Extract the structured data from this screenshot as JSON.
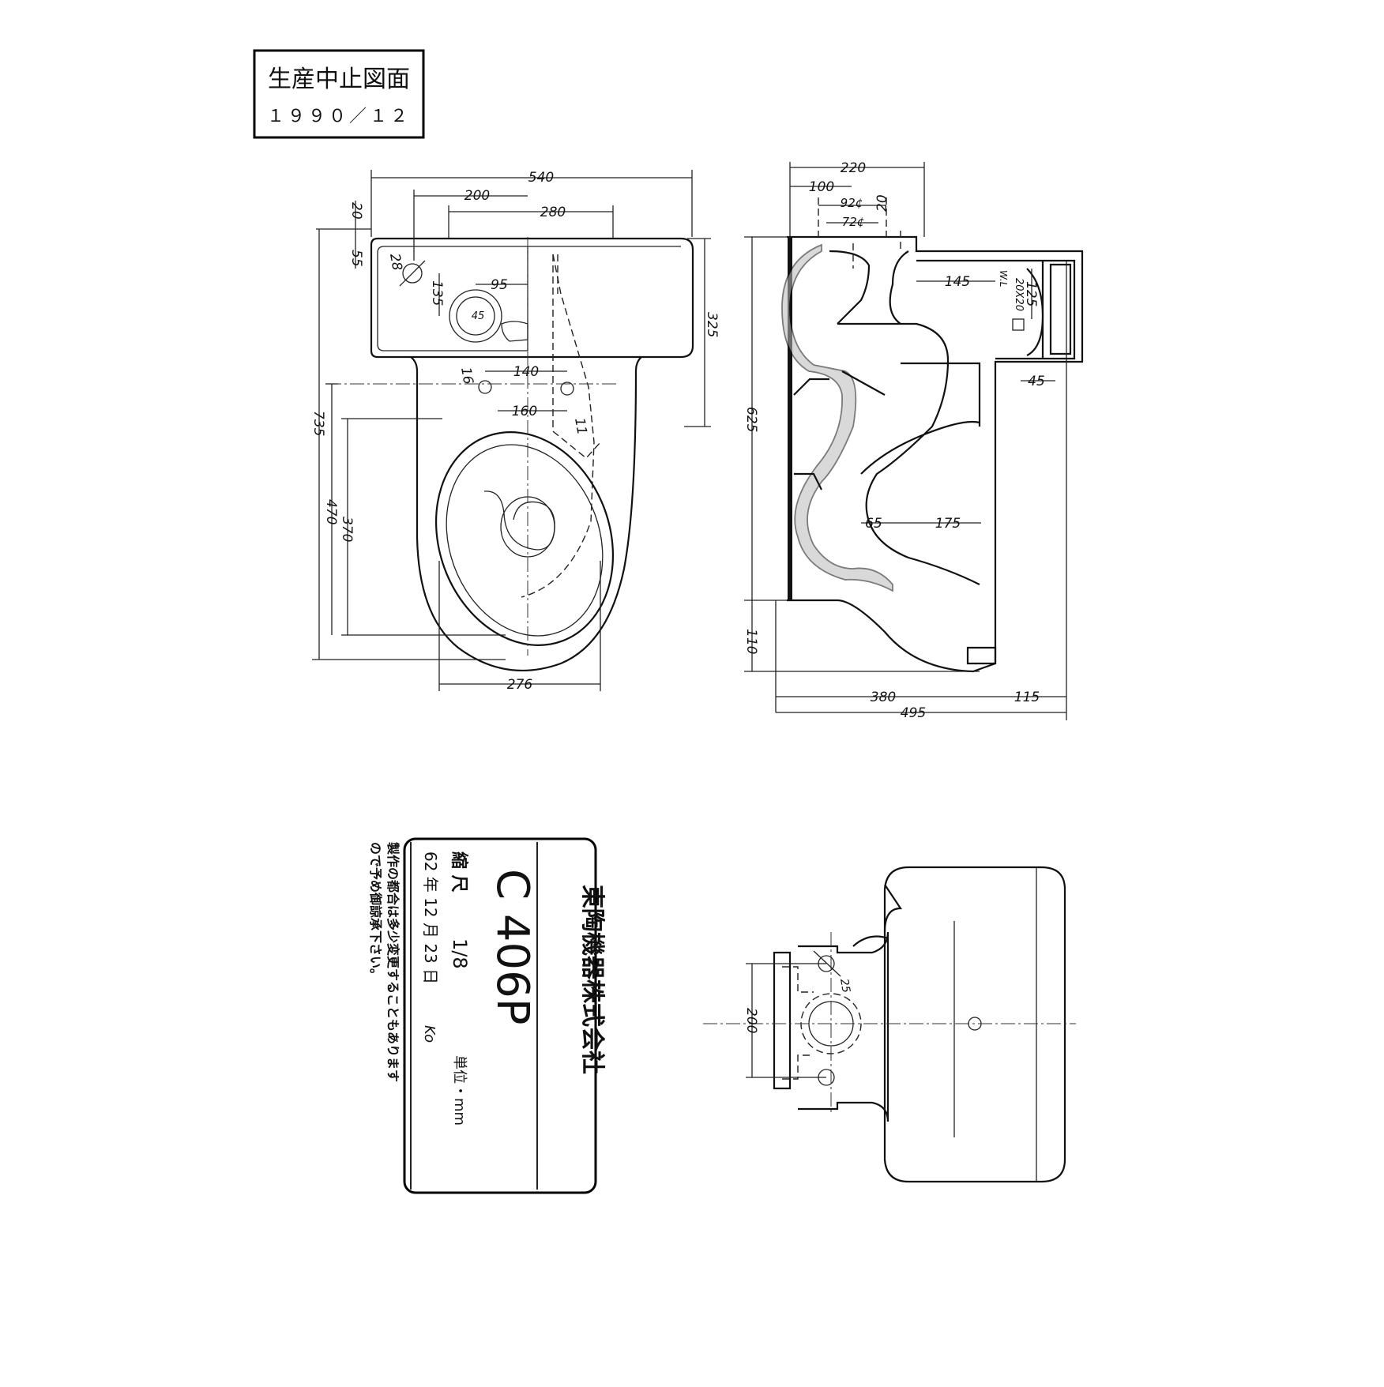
{
  "stamp": {
    "title": "生産中止図面",
    "date": "１９９０／１２"
  },
  "title_block": {
    "company": "東陶機器株式会社",
    "model": "C 406P",
    "scale_label": "縮 尺",
    "scale_value": "1/8",
    "unit": "単位・mm",
    "date": "62 年 12 月 23 日",
    "initials": "Ko",
    "note_line1": "製作の都合は多少変更することもあります",
    "note_line2": "ので予め御諒承下さい。"
  },
  "plan_view": {
    "d540": "540",
    "d200": "200",
    "d280": "280",
    "d20": "20",
    "d55": "55",
    "d28": "28",
    "d135": "135",
    "d95": "95",
    "d45": "45",
    "d325": "325",
    "d16": "16",
    "d140": "140",
    "d160": "160",
    "d11": "11",
    "d735": "735",
    "d370": "370",
    "d470": "470",
    "d276": "276"
  },
  "side_view": {
    "d220": "220",
    "d100": "100",
    "d92": "92¢",
    "d72": "72¢",
    "d20": "20",
    "d145": "145",
    "wl": "W.L",
    "d20x20": "20X20",
    "d125": "125",
    "d45": "45",
    "d625": "625",
    "d65": "65",
    "d175": "175",
    "d110": "110",
    "d380": "380",
    "d115": "115",
    "d495": "495"
  },
  "rear_view": {
    "d200": "200",
    "d25": "25"
  }
}
